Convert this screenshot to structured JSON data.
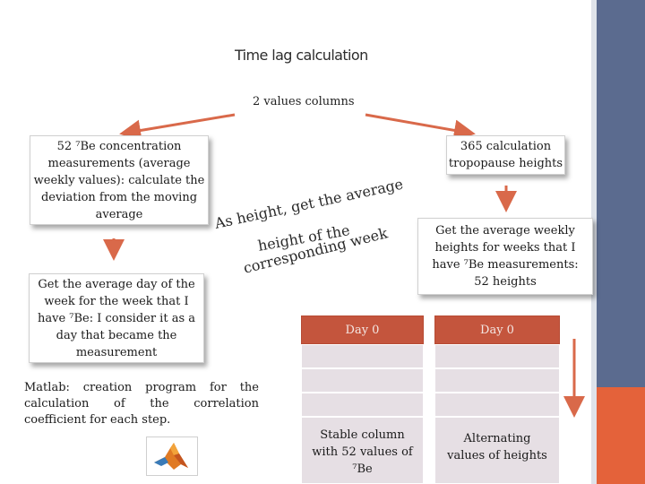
{
  "title": "Time lag calculation",
  "subtitle": "2 values columns",
  "left_box": {
    "line1": "52 ⁷Be concentration",
    "line2": "measurements (average",
    "line3": "weekly values): calculate the",
    "line4": "deviation from the moving",
    "line5": "average"
  },
  "right_box": {
    "line1": "365 calculation",
    "line2": "tropopause heights"
  },
  "left_lower_box": {
    "line1": "Get the average day of the",
    "line2": "week for the week that I",
    "line3": "have ⁷Be: I consider it as a",
    "line4": "day that became the",
    "line5": "measurement"
  },
  "right_lower_box": {
    "line1": "Get the average weekly",
    "line2": "heights for weeks that I",
    "line3": "have ⁷Be measurements:",
    "line4": "52 heights"
  },
  "center_curved_text": {
    "line1": "As height, get the average",
    "line2": "height of the",
    "line3": "corresponding week"
  },
  "matlab_note": {
    "line1": "Matlab: creation program for the",
    "line2": "calculation of the correlation",
    "line3": "coefficient for each step."
  },
  "column_left": {
    "header": "Day 0",
    "caption_line1": "Stable column",
    "caption_line2": "with 52 values of",
    "caption_line3": "⁷Be"
  },
  "column_right": {
    "header": "Day 0",
    "caption_line1": "Alternating",
    "caption_line2": "values of heights"
  },
  "colors": {
    "accent": "#c4553d",
    "arrow": "#d9694a",
    "side_bar": "#5b6b8f",
    "side_bar_bottom": "#e4623a",
    "cell": "#e6dfe4"
  },
  "icons": {
    "matlab": "matlab-logo-icon"
  }
}
